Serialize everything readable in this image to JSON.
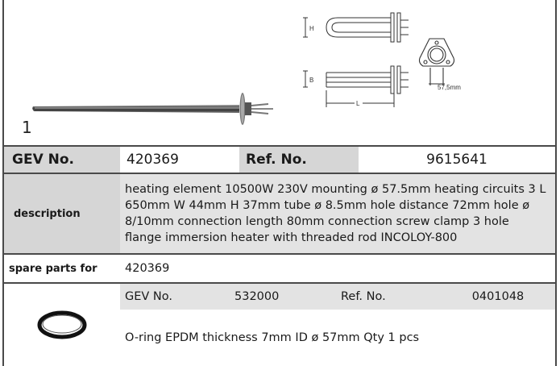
{
  "image_panel": {
    "index": "1",
    "dimension_h": "H",
    "dimension_b": "B",
    "dimension_l": "L",
    "mounting_label": "57,5mm"
  },
  "product": {
    "gev_label": "GEV No.",
    "gev_value": "420369",
    "ref_label": "Ref. No.",
    "ref_value": "9615641",
    "description_label": "description",
    "description_text": "heating element  10500W 230V mounting ø 57.5mm heating circuits 3 L 650mm W 44mm H 37mm tube ø 8.5mm hole distance 72mm hole ø 8/10mm connection length 80mm connection screw clamp 3 hole flange immersion heater with threaded rod INCOLOY-800",
    "spare_label": "spare parts for",
    "spare_value": "420369"
  },
  "spare_part": {
    "gev_label": "GEV No.",
    "gev_value": "532000",
    "ref_label": "Ref. No.",
    "ref_value": "0401048",
    "description": "O-ring  EPDM thickness 7mm ID ø 57mm Qty 1 pcs"
  }
}
